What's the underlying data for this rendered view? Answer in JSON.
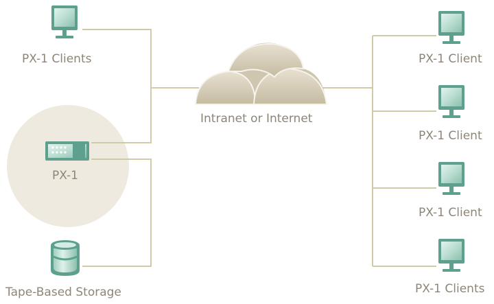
{
  "labels": {
    "clients_top_left": "PX-1 Clients",
    "px1": "PX-1",
    "storage": "Tape-Based Storage",
    "cloud": "Intranet or Internet",
    "client_right_1": "PX-1 Client",
    "client_right_2": "PX-1 Client",
    "client_right_3": "PX-1 Client",
    "clients_right_bottom": "PX-1 Clients"
  },
  "colors": {
    "line": "#cfcaa8",
    "label_text": "#8d8577",
    "monitor_frame": "#5da08e",
    "monitor_screen_light": "#d4ece5",
    "monitor_screen_dark": "#9ccabb",
    "circle_fill": "#efeadf",
    "cloud_fill": "#cfc6b0",
    "cloud_highlight": "#ece5d6"
  },
  "icons": {
    "monitor": "monitor-icon",
    "appliance": "px1-appliance-icon",
    "storage": "storage-cylinder-icon",
    "cloud": "cloud-icon"
  }
}
